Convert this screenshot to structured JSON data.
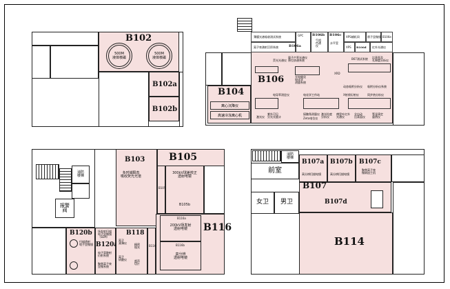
{
  "rooms": {
    "b102": {
      "label": "B102",
      "tank1": "500M\n液体核磁",
      "tank2": "500M\n液体核磁"
    },
    "b102a": {
      "label": "B102a"
    },
    "b102b": {
      "label": "B102b"
    },
    "b104": {
      "label": "B104",
      "item1": "离心沉降仪",
      "item2": "高速冷冻离心机"
    },
    "b106": {
      "label": "B106"
    },
    "b106_labels": [
      "薄膜光谱吸收测试系统",
      "B106b",
      "B106c",
      "XPS辅机间",
      "原子显微镜",
      "B106e",
      "离子束溅射沉积系统",
      "B106a",
      "气相\n色谱\n仪",
      "水平室",
      "XPS",
      "B106d",
      "红外光谱仪",
      "量子产率光谱仪\n原位质谱系统",
      "B67测试系统",
      "比表面及\n孔隙度分析仪",
      "荧光光谱仪",
      "光电催化\n电化学\n测量系统",
      "XRD",
      "动态吸附分析仪",
      "吸附分析仪系统",
      "电化学工作站",
      "电导率测定仪",
      "X射线衍射仪",
      "同步热分析仪",
      "激光仪",
      "紫外可见\n分光光度计",
      "接触角测量仪",
      "Zeta电位仪",
      "紫外光谱仪",
      "激光粒度\n分析仪",
      "傅里叶红外\n光谱仪",
      "全自动\n比表面仪",
      "等温滴定\n量热仪"
    ],
    "b103": {
      "label": "B103",
      "desc": "多时域瞬态\n吸收荧光光谱"
    },
    "b105": {
      "label": "B105",
      "b105a": "B105a",
      "tem": "300kV球差校正\n透射电镜",
      "sub": "B105b"
    },
    "b116": {
      "label": "B116",
      "b116a": "B116a",
      "tem200": "200kV场发射\n透射电镜",
      "b116b": "B116b",
      "hr": "高分辨\n透射电镜",
      "b116c": "B116c"
    },
    "fire_stair_1": "消防\n楼梯",
    "alarm": "报警\n阀",
    "b120b": {
      "label": "B120b",
      "line1": "扫描透射\n电子显微镜"
    },
    "b120a": {
      "label": "B120a",
      "l1": "场发射扫描\n电子显微镜\n（SEM）",
      "l2": "电子背散射\n衍射系统",
      "l3": "聚焦离子束\n显微系统"
    },
    "b118": {
      "label": "B118",
      "l1": "离子\n减薄仪",
      "l2": "精密\n抛光",
      "l3": "离子\n研磨仪",
      "l4": "超声\n切片"
    },
    "fire_stair_2": "消防\n楼梯",
    "qianshi": "前室",
    "b107a": {
      "label": "B107a",
      "desc": "高分辨扫描电镜"
    },
    "b107b": {
      "label": "B107b",
      "desc": "高分辨扫描电镜"
    },
    "b107c": {
      "label": "B107c",
      "desc": "聚焦离子束\n微纳加工机"
    },
    "b107": {
      "label": "B107"
    },
    "b107d": {
      "label": "B107d"
    },
    "nvwei": "女卫",
    "nanwei": "男卫",
    "b114": {
      "label": "B114"
    }
  }
}
